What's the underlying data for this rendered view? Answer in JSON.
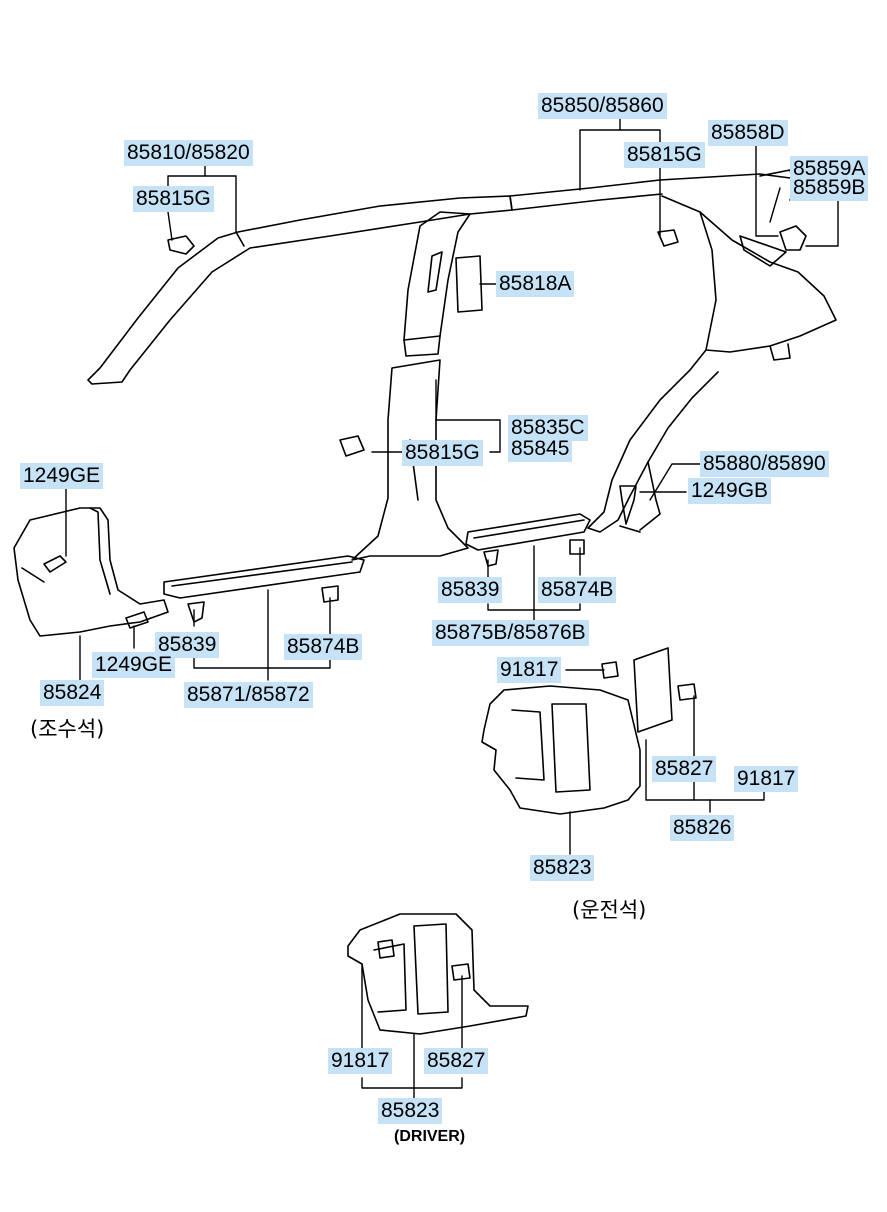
{
  "colors": {
    "label_bg": "#c6e2f6",
    "line": "#000000"
  },
  "labels": [
    {
      "name": "label-85850-85860",
      "text": "85850/85860"
    },
    {
      "name": "label-85858d",
      "text": "85858D"
    },
    {
      "name": "label-85815g-upper-right",
      "text": "85815G"
    },
    {
      "name": "label-85859a",
      "text": "85859A"
    },
    {
      "name": "label-85859b",
      "text": "85859B"
    },
    {
      "name": "label-85810-85820",
      "text": "85810/85820"
    },
    {
      "name": "label-85815g-upper-left",
      "text": "85815G"
    },
    {
      "name": "label-85818a",
      "text": "85818A"
    },
    {
      "name": "label-85835c",
      "text": "85835C"
    },
    {
      "name": "label-85845",
      "text": "85845"
    },
    {
      "name": "label-85815g-center",
      "text": "85815G"
    },
    {
      "name": "label-85880-85890",
      "text": "85880/85890"
    },
    {
      "name": "label-1249gb",
      "text": "1249GB"
    },
    {
      "name": "label-1249ge-top",
      "text": "1249GE"
    },
    {
      "name": "label-85839-right",
      "text": "85839"
    },
    {
      "name": "label-85874b-right",
      "text": "85874B"
    },
    {
      "name": "label-85875b-85876b",
      "text": "85875B/85876B"
    },
    {
      "name": "label-85839-left",
      "text": "85839"
    },
    {
      "name": "label-85874b-left",
      "text": "85874B"
    },
    {
      "name": "label-1249ge-bottom",
      "text": "1249GE"
    },
    {
      "name": "label-85824",
      "text": "85824"
    },
    {
      "name": "label-85871-85872",
      "text": "85871/85872"
    },
    {
      "name": "label-91817-top",
      "text": "91817"
    },
    {
      "name": "label-85827-right",
      "text": "85827"
    },
    {
      "name": "label-91817-right",
      "text": "91817"
    },
    {
      "name": "label-85826",
      "text": "85826"
    },
    {
      "name": "label-85823-right",
      "text": "85823"
    },
    {
      "name": "label-91817-driver",
      "text": "91817"
    },
    {
      "name": "label-85827-driver",
      "text": "85827"
    },
    {
      "name": "label-85823-driver",
      "text": "85823"
    }
  ],
  "captions": {
    "passenger": "(조수석)",
    "driver_seat": "(운전석)",
    "driver": "(DRIVER)"
  }
}
